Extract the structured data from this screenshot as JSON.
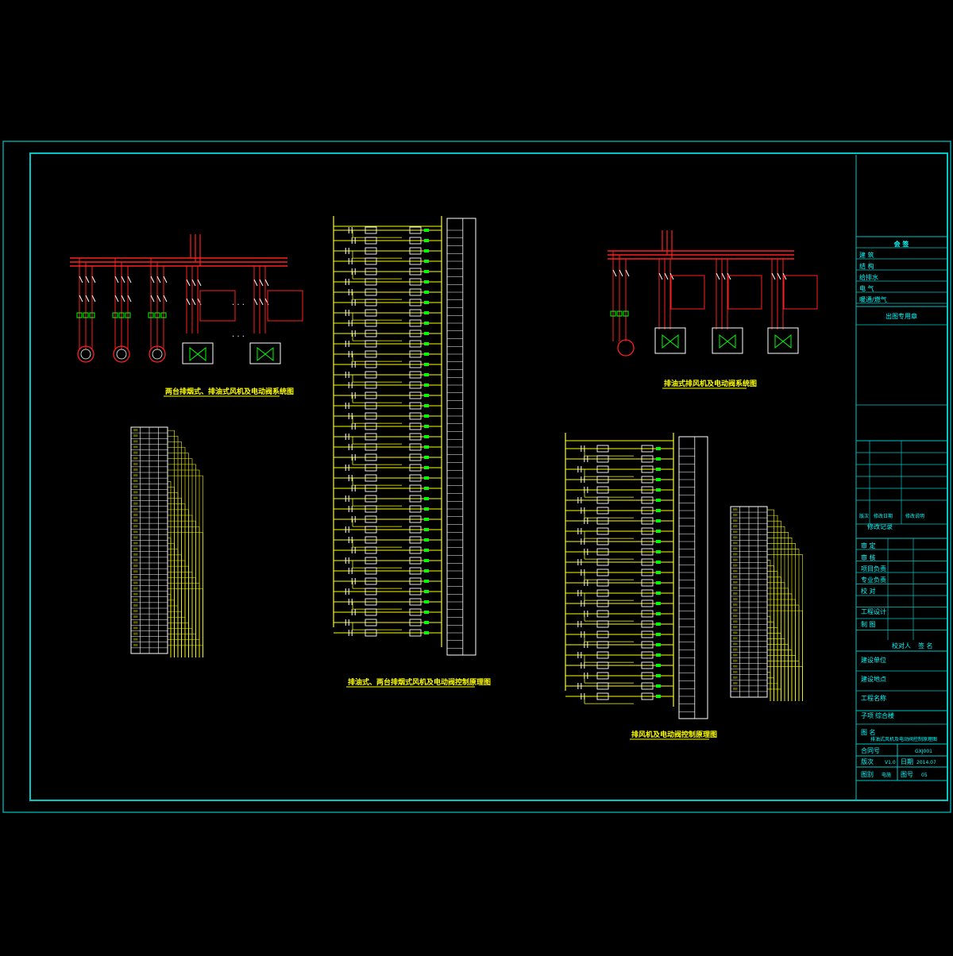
{
  "colors": {
    "background": "#000000",
    "frame": "#00c8c8",
    "power": "#ff2020",
    "wire": "#ffff00",
    "component": "#ffffff",
    "accent": "#00ff00",
    "text_caption": "#ffff00",
    "text_table": "#ffff00",
    "title_text": "#00ffff"
  },
  "diagrams": {
    "dual_fan_system": {
      "title": "两台排烟式、排油式风机及电动阀系统图"
    },
    "control_schematic": {
      "title": "排油式、两台排烟式风机及电动阀控制原理图"
    },
    "exhaust_system": {
      "title": "排油式排风机及电动阀系统图"
    },
    "exhaust_control": {
      "title": "排风机及电动阀控制原理图"
    }
  },
  "title_block": {
    "countersign_header": "会 签",
    "countersign_rows": [
      "建 筑",
      "结 构",
      "给排水",
      "电 气",
      "暖通/燃气"
    ],
    "design_stamp": "出图专用章",
    "revision_header_cells": [
      "版次",
      "修改日期",
      "修改说明"
    ],
    "revision_title": "修改记录",
    "approval_rows": [
      "审 定",
      "审 核",
      "项目负责",
      "专业负责",
      "校 对",
      "工程设计",
      "制 图"
    ],
    "approval_footer": [
      "校对人",
      "签 名"
    ],
    "project_rows": [
      "建设单位",
      "建设地点",
      "工程名称"
    ],
    "subitem_label": "子项",
    "subitem_value": "综合楼",
    "drawing_label": "图 名",
    "drawing_value": "排油式风机及电动阀控制原理图",
    "contract_label": "合同号",
    "contract_value": "GXJ001",
    "version_label": "版次",
    "version_value": "V1.0",
    "date_label": "日期",
    "date_value": "2014.07",
    "scale_label": "图别",
    "scale_value": "电施",
    "sheet_label": "图号",
    "sheet_value": "05"
  }
}
